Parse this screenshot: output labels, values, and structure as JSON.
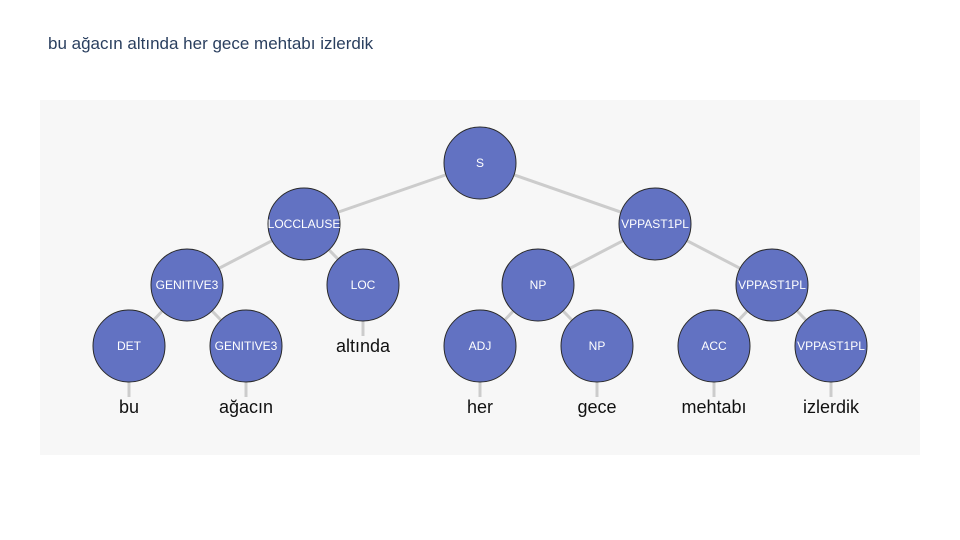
{
  "sentence": "bu ağacın altında her gece mehtabı izlerdik",
  "colors": {
    "node_fill": "#6272c2",
    "node_stroke": "#2a2a2a",
    "edge": "#cccccc",
    "panel_bg": "#f7f7f7"
  },
  "tree": {
    "nodes": [
      {
        "id": "n0",
        "label": "S",
        "parent": null
      },
      {
        "id": "n1",
        "label": "LOCCLAUSE",
        "parent": "n0"
      },
      {
        "id": "n2",
        "label": "VPPAST1PL",
        "parent": "n0"
      },
      {
        "id": "n3",
        "label": "GENITIVE3",
        "parent": "n1"
      },
      {
        "id": "n4",
        "label": "LOC",
        "parent": "n1"
      },
      {
        "id": "n5",
        "label": "NP",
        "parent": "n2"
      },
      {
        "id": "n6",
        "label": "VPPAST1PL",
        "parent": "n2"
      },
      {
        "id": "n7",
        "label": "DET",
        "parent": "n3"
      },
      {
        "id": "n8",
        "label": "GENITIVE3",
        "parent": "n3"
      },
      {
        "id": "n9",
        "label": "ADJ",
        "parent": "n5"
      },
      {
        "id": "n10",
        "label": "NP",
        "parent": "n5"
      },
      {
        "id": "n11",
        "label": "ACC",
        "parent": "n6"
      },
      {
        "id": "n12",
        "label": "VPPAST1PL",
        "parent": "n6"
      }
    ],
    "leaves": [
      {
        "id": "w0",
        "text": "bu",
        "parent": "n7"
      },
      {
        "id": "w1",
        "text": "ağacın",
        "parent": "n8"
      },
      {
        "id": "w2",
        "text": "altında",
        "parent": "n4"
      },
      {
        "id": "w3",
        "text": "her",
        "parent": "n9"
      },
      {
        "id": "w4",
        "text": "gece",
        "parent": "n10"
      },
      {
        "id": "w5",
        "text": "mehtabı",
        "parent": "n11"
      },
      {
        "id": "w6",
        "text": "izlerdik",
        "parent": "n12"
      }
    ]
  }
}
